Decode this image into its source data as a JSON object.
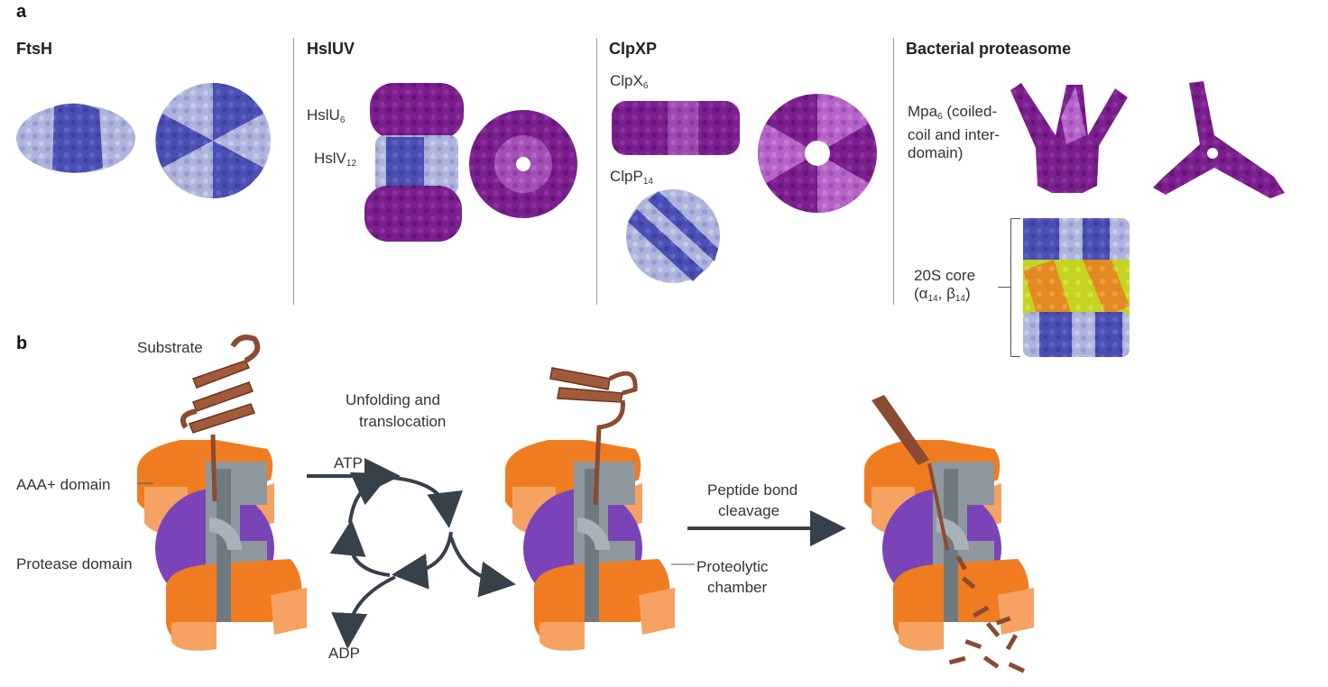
{
  "panel_a": {
    "letter": "a",
    "groups": [
      {
        "title": "FtsH"
      },
      {
        "title": "HslUV",
        "labels": [
          {
            "main": "HslU",
            "sub": "6"
          },
          {
            "main": "HslV",
            "sub": "12"
          }
        ]
      },
      {
        "title": "ClpXP",
        "labels": [
          {
            "main": "ClpX",
            "sub": "6"
          },
          {
            "main": "ClpP",
            "sub": "14"
          }
        ]
      },
      {
        "title": "Bacterial proteasome",
        "mpa": {
          "main": "Mpa",
          "sub": "6",
          "rest1": " (coiled-",
          "line2": "coil and inter-",
          "line3": "domain)"
        },
        "core": {
          "line1": "20S core",
          "open": "(α",
          "s1": "14",
          "mid": ", β",
          "s2": "14",
          "close": ")"
        }
      }
    ]
  },
  "panel_b": {
    "letter": "b",
    "labels": {
      "substrate": "Substrate",
      "unfolding_1": "Unfolding and",
      "unfolding_2": "translocation",
      "aaa_domain": "AAA+ domain",
      "protease_domain": "Protease domain",
      "atp": "ATP",
      "adp": "ADP",
      "peptide_1": "Peptide bond",
      "peptide_2": "cleavage",
      "chamber_1": "Proteolytic",
      "chamber_2": "chamber"
    }
  },
  "colors": {
    "blue_dark": "#4b4fb4",
    "blue_light": "#aeb4dc",
    "purple_dark": "#7a1f8c",
    "purple_light": "#b565c8",
    "orange": "#f07c22",
    "orange_light": "#f5a263",
    "grey": "#8e989e",
    "violet": "#7a44b8",
    "brown": "#8b4a32",
    "arrow": "#37414a"
  }
}
